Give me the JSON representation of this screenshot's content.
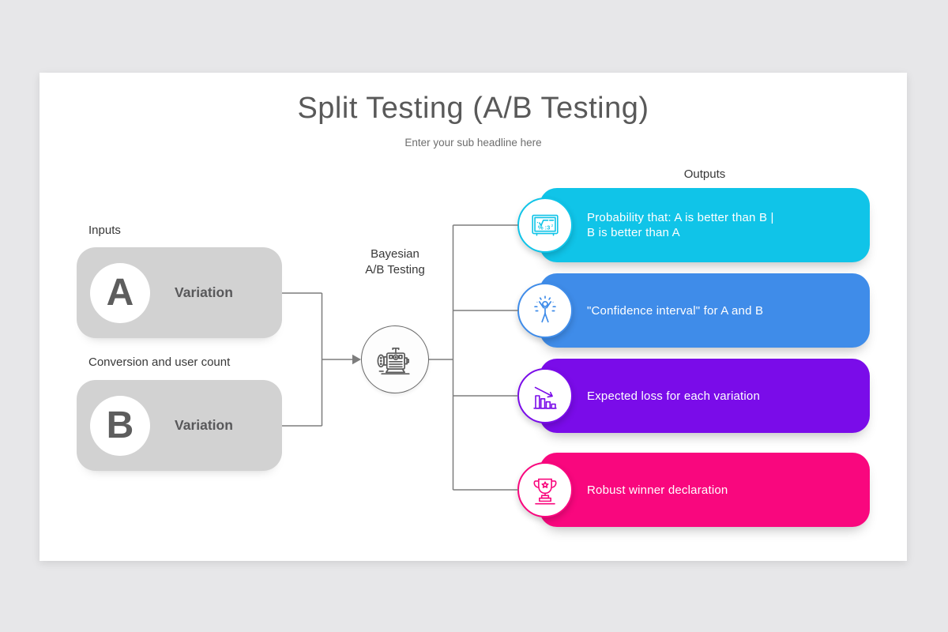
{
  "title": "Split Testing (A/B Testing)",
  "subtitle": "Enter your sub headline here",
  "inputs": {
    "label": "Inputs",
    "divider_label": "Conversion and user count",
    "cards": [
      {
        "letter": "A",
        "label": "Variation"
      },
      {
        "letter": "B",
        "label": "Variation"
      }
    ]
  },
  "process": {
    "label": "Bayesian\nA/B Testing",
    "icon": "engine-icon"
  },
  "outputs": {
    "label": "Outputs",
    "items": [
      {
        "icon": "blackboard-math-icon",
        "color": "#10c4e8",
        "text": "Probability that: A is better than B |\nB is better than A"
      },
      {
        "icon": "celebration-person-icon",
        "color": "#3f8ce9",
        "text": "\"Confidence interval\" for A and B"
      },
      {
        "icon": "declining-chart-icon",
        "color": "#7a0ce9",
        "text": "Expected loss for each variation"
      },
      {
        "icon": "trophy-icon",
        "color": "#f9077e",
        "text": "Robust winner declaration"
      }
    ]
  },
  "colors": {
    "page_background": "#e7e7e9",
    "canvas_background": "#ffffff",
    "input_card": "#d2d2d2",
    "connector": "#7d7d7d",
    "title_text": "#595959",
    "label_text": "#383838",
    "card_text": "#58585a",
    "output_text": "#ffffff"
  }
}
